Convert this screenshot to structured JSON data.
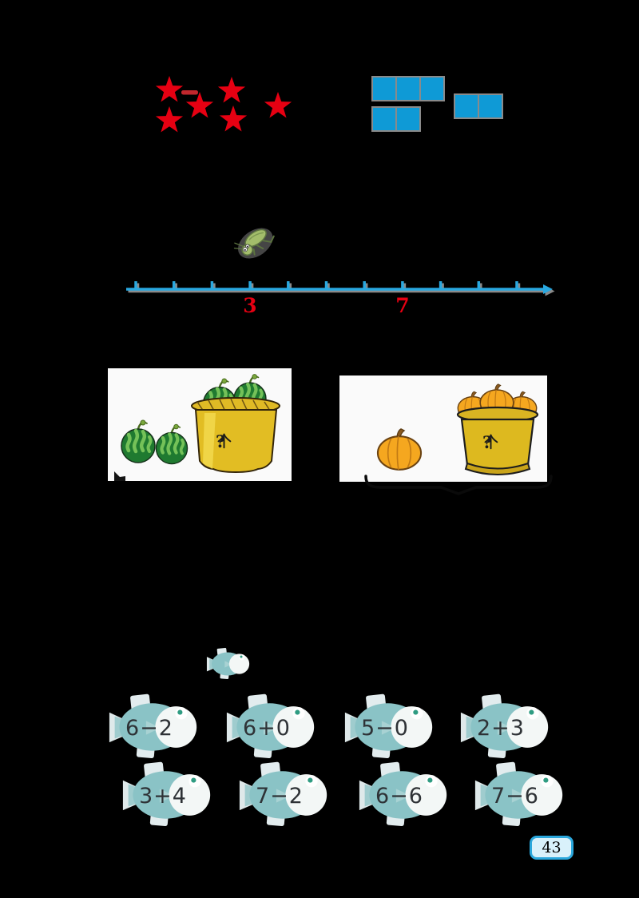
{
  "page": {
    "background_color": "#000000",
    "page_number": "43"
  },
  "counting_exercise": {
    "stars": {
      "shape": "star",
      "color": "#e60012",
      "cluster_count": 5,
      "separate_count": 1,
      "has_red_dash_mark": true
    },
    "squares": {
      "shape": "square",
      "color": "#0f9ad6",
      "border_color": "#8a8a8a",
      "cluster_rows": [
        3,
        2
      ],
      "separate_count": 2
    }
  },
  "number_line": {
    "line_color": "#29a8e0",
    "shadow_color": "#8a8a8a",
    "tick_count": 11,
    "label_color": "#e60012",
    "labels": [
      {
        "text": "3",
        "tick_index": 3
      },
      {
        "text": "7",
        "tick_index": 7
      }
    ],
    "mascot": "grasshopper above tick 3"
  },
  "picture_problems": [
    {
      "name": "watermelons",
      "outside_count": 2,
      "on_basket_count": 2,
      "container": "basket",
      "question_text": "?个",
      "question_mark": "?"
    },
    {
      "name": "pumpkins",
      "outside_count": 1,
      "on_bucket_count": 3,
      "container": "bucket",
      "question_text": "?个",
      "question_mark": "?",
      "has_underbrace": true
    }
  ],
  "fish_exercise": {
    "mascot": "small fish",
    "fish_color": "#8ac3c6",
    "expressions": [
      "6−2",
      "6+0",
      "5−0",
      "2+3",
      "3+4",
      "7−2",
      "6−6",
      "7−6"
    ]
  }
}
